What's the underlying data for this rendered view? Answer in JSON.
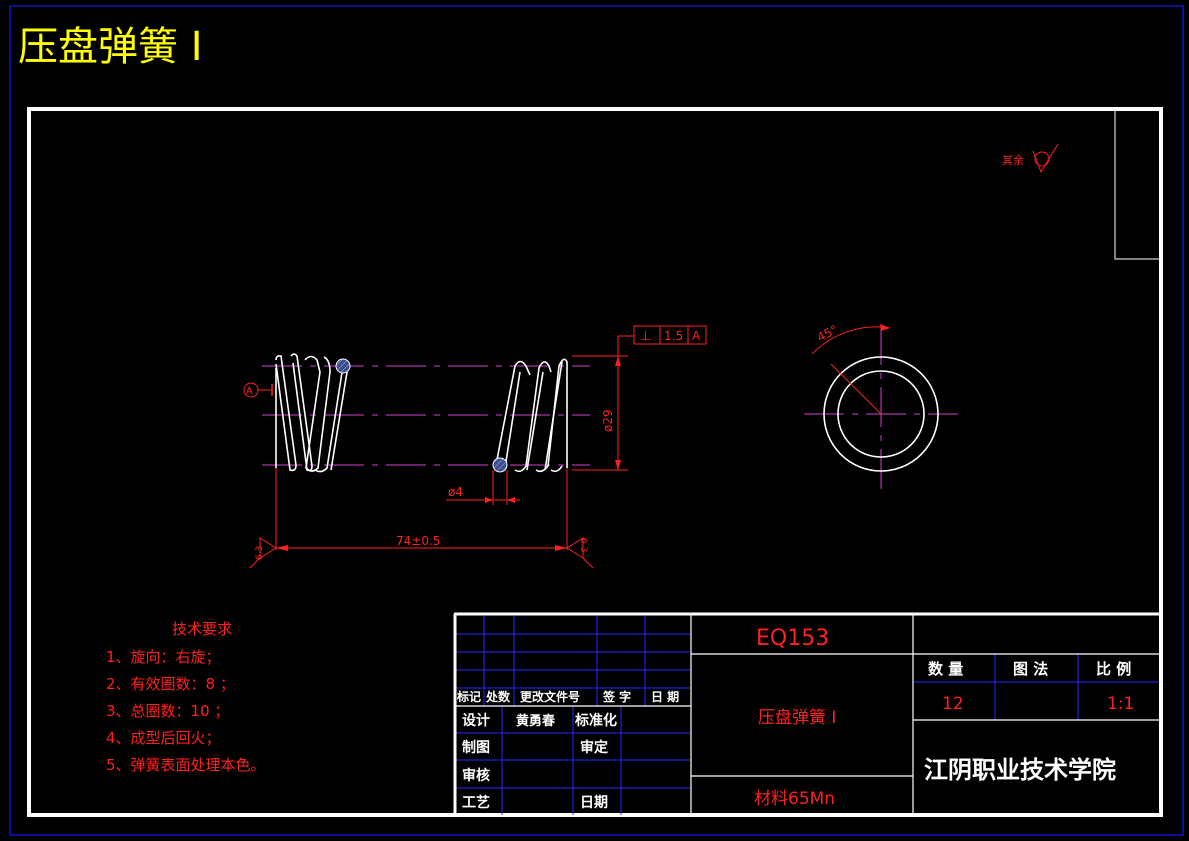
{
  "sheet_title": "压盘弹簧 I",
  "roughness_note": "其余",
  "dimensions": {
    "outer_diameter": "ø29",
    "wire_diameter": "ø4",
    "free_length": "74±0.5",
    "angle": "45°",
    "tolerance_symbol": "⊥",
    "tolerance_value": "1.5",
    "datum": "A",
    "datum_marker": "A",
    "roughness_left": "6.3",
    "roughness_right": "6.3"
  },
  "tech_requirements": {
    "title": "技术要求",
    "items": [
      "1、旋向：右旋；",
      "2、有效圈数：8 ；",
      "3、总圈数：10 ；",
      "4、成型后回火；",
      "5、弹簧表面处理本色。"
    ]
  },
  "title_block": {
    "drawing_number": "EQ153",
    "part_name": "压盘弹簧 I",
    "material": "材料65Mn",
    "institution": "江阴职业技术学院",
    "revision_headers": [
      "标记",
      "处数",
      "更改文件号",
      "签 字",
      "日 期"
    ],
    "labels": {
      "design": "设计",
      "designer": "黄勇春",
      "standardization": "标准化",
      "drafting": "制图",
      "approval": "审定",
      "review": "审核",
      "process": "工艺",
      "date": "日期"
    },
    "qty_label": "数  量",
    "view_label": "图  法",
    "scale_label": "比  例",
    "qty_value": "12",
    "scale_value": "1:1"
  },
  "colors": {
    "border_outer": "#1414c8",
    "frame": "#ffffff",
    "dimension": "#ff2020",
    "centerline": "#d040d0",
    "title_yellow": "#ffff00",
    "grid_blue": "#2828ff",
    "section_fill": "#3a4f86"
  }
}
